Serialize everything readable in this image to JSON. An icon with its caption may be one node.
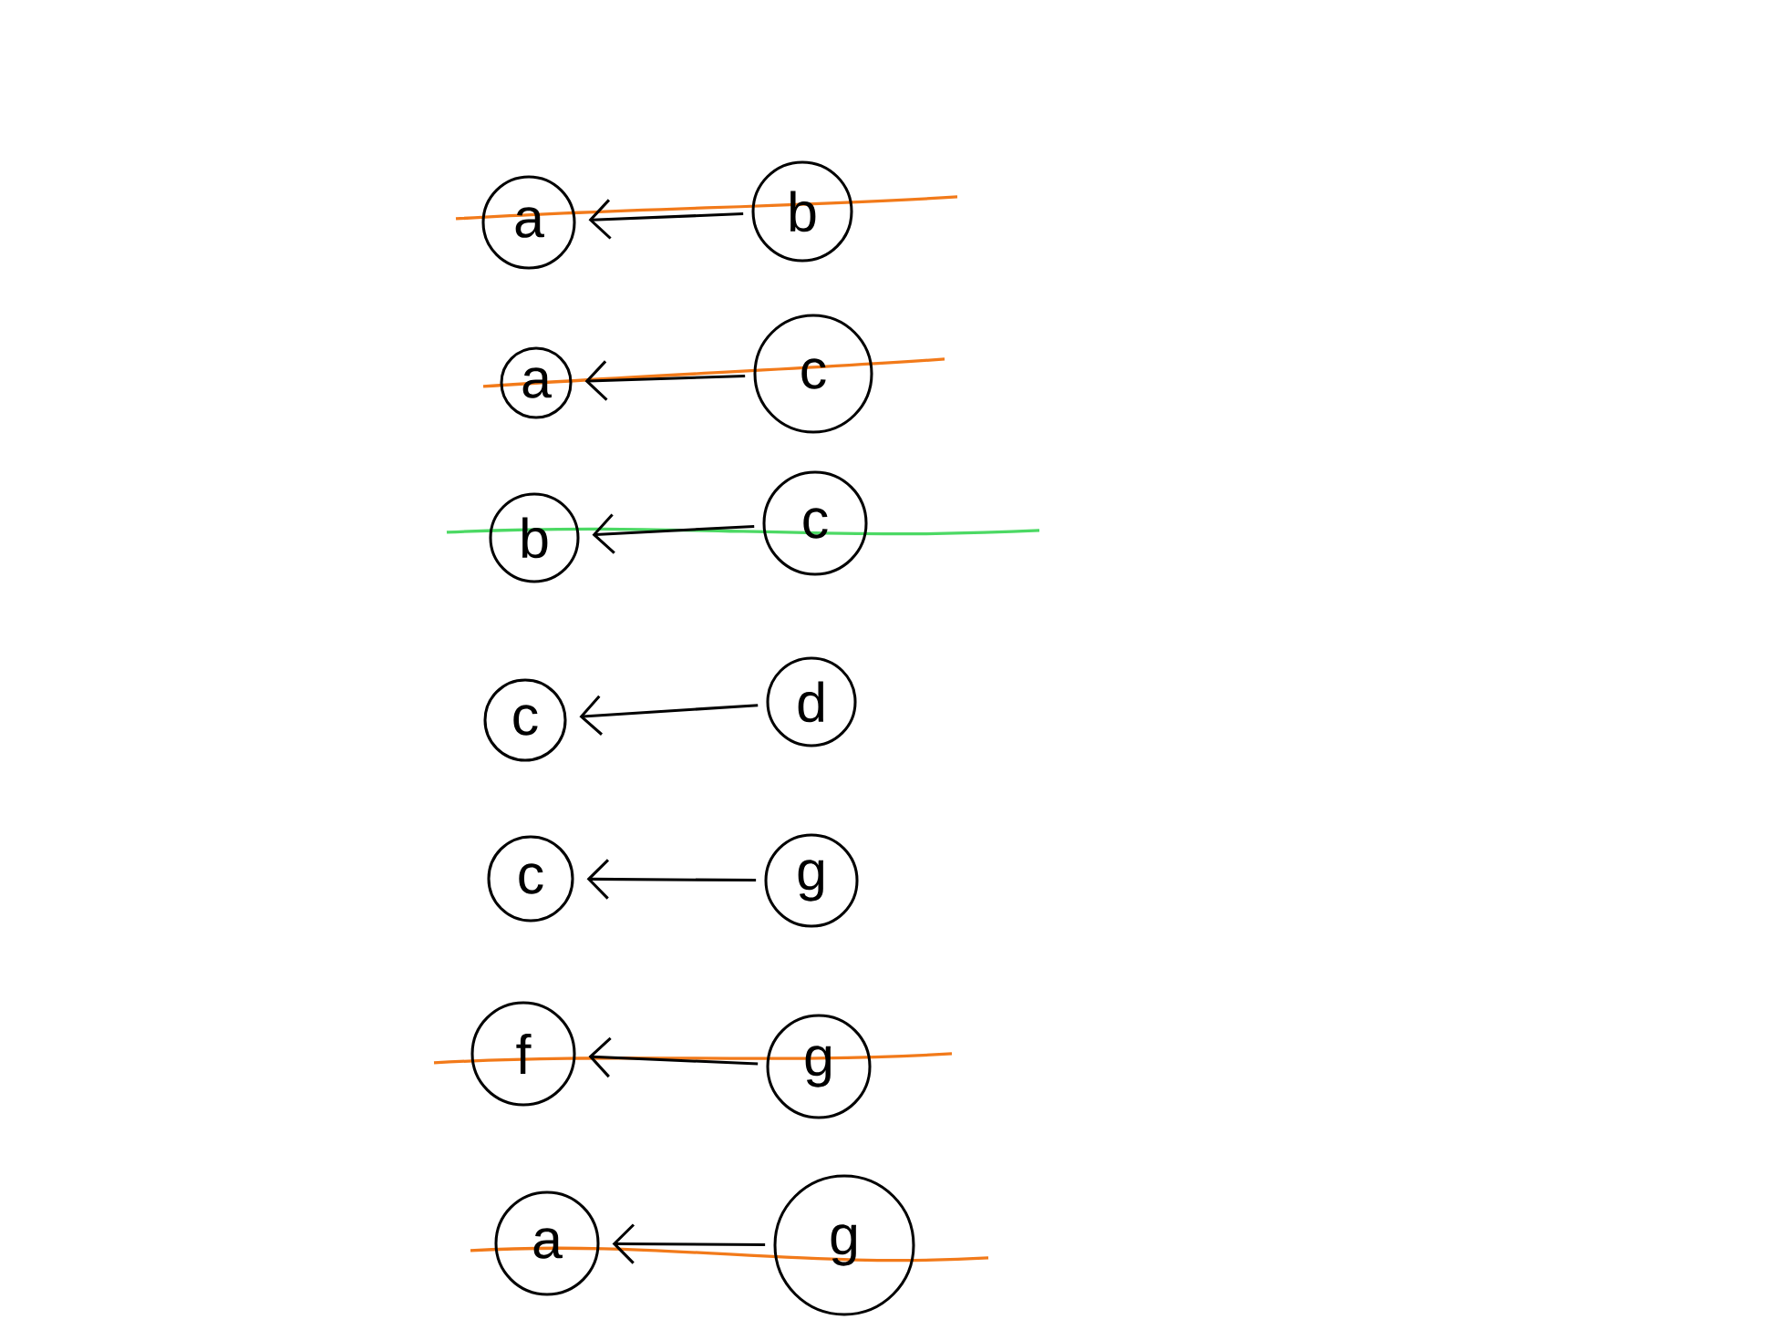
{
  "diagram": {
    "nodes": [
      {
        "text": [
          "a"
        ]
      },
      {
        "text": [
          "b"
        ]
      },
      {
        "text": [
          "a"
        ]
      },
      {
        "text": [
          "c"
        ]
      },
      {
        "text": [
          "b"
        ]
      },
      {
        "text": [
          "c"
        ]
      },
      {
        "text": [
          "c"
        ]
      },
      {
        "text": [
          "d"
        ]
      },
      {
        "text": [
          "c"
        ]
      },
      {
        "text": [
          "g"
        ]
      },
      {
        "text": [
          "f"
        ]
      },
      {
        "text": [
          "g"
        ]
      },
      {
        "text": [
          "a"
        ]
      },
      {
        "text": [
          "g"
        ]
      }
    ],
    "edges": [
      {
        "from": 1,
        "to": 0,
        "arrow": "to"
      },
      {
        "from": 3,
        "to": 2,
        "arrow": "to"
      },
      {
        "from": 5,
        "to": 4,
        "arrow": "to"
      },
      {
        "from": 7,
        "to": 6,
        "arrow": "to"
      },
      {
        "from": 9,
        "to": 8,
        "arrow": "to"
      },
      {
        "from": 11,
        "to": 10,
        "arrow": "to"
      },
      {
        "from": 13,
        "to": 12,
        "arrow": "to"
      }
    ]
  }
}
